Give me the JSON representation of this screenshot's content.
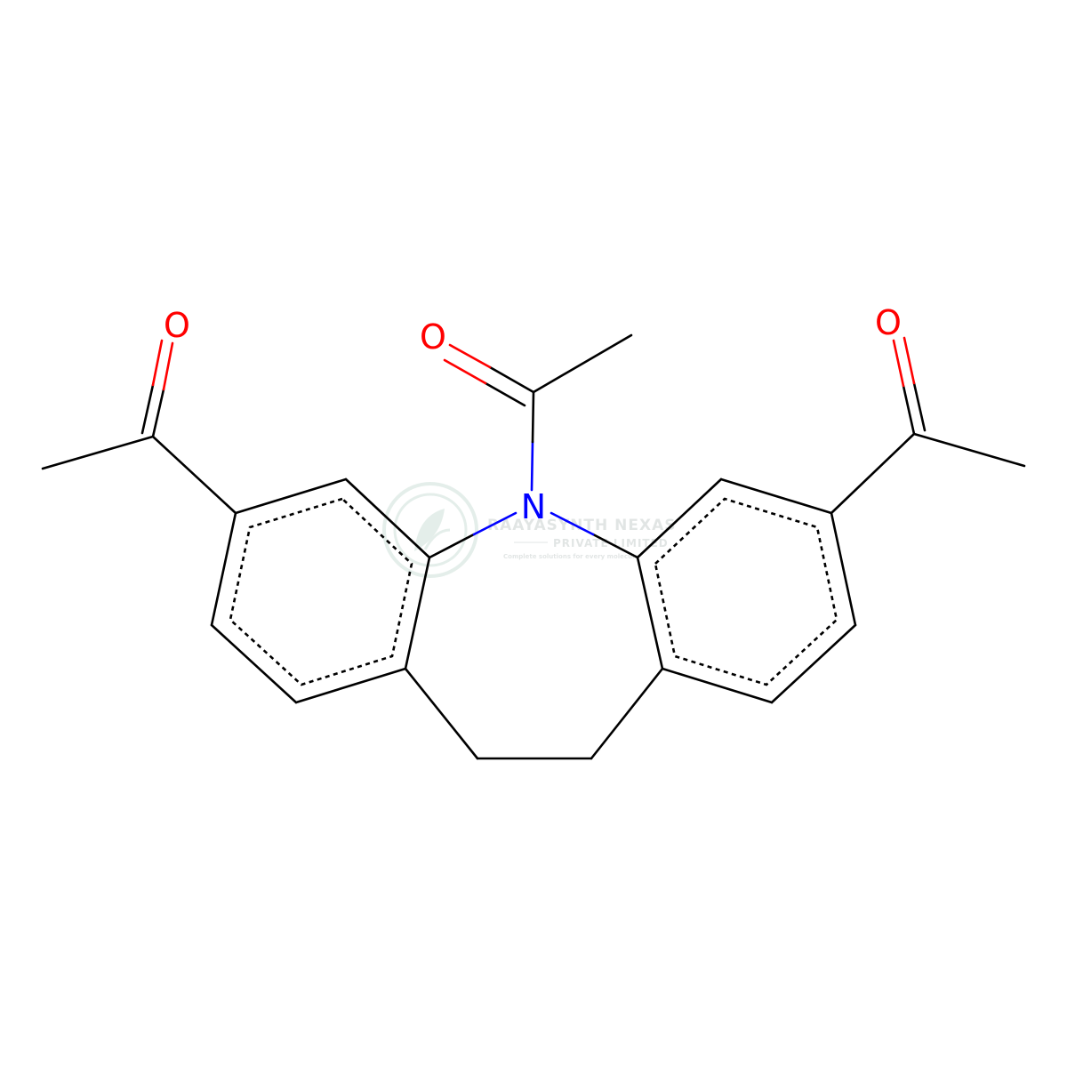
{
  "molecule": {
    "atoms": {
      "n": "N",
      "o_left": "O",
      "o_center": "O",
      "o_right": "O"
    },
    "colors": {
      "bond": "#000000",
      "nitrogen": "#0000ff",
      "oxygen": "#ff0000"
    }
  },
  "watermark": {
    "company": "RAAYASYNTH NEXAS",
    "subtitle": "PRIVATE LIMITED",
    "tagline": "Complete solutions for every molecule"
  }
}
